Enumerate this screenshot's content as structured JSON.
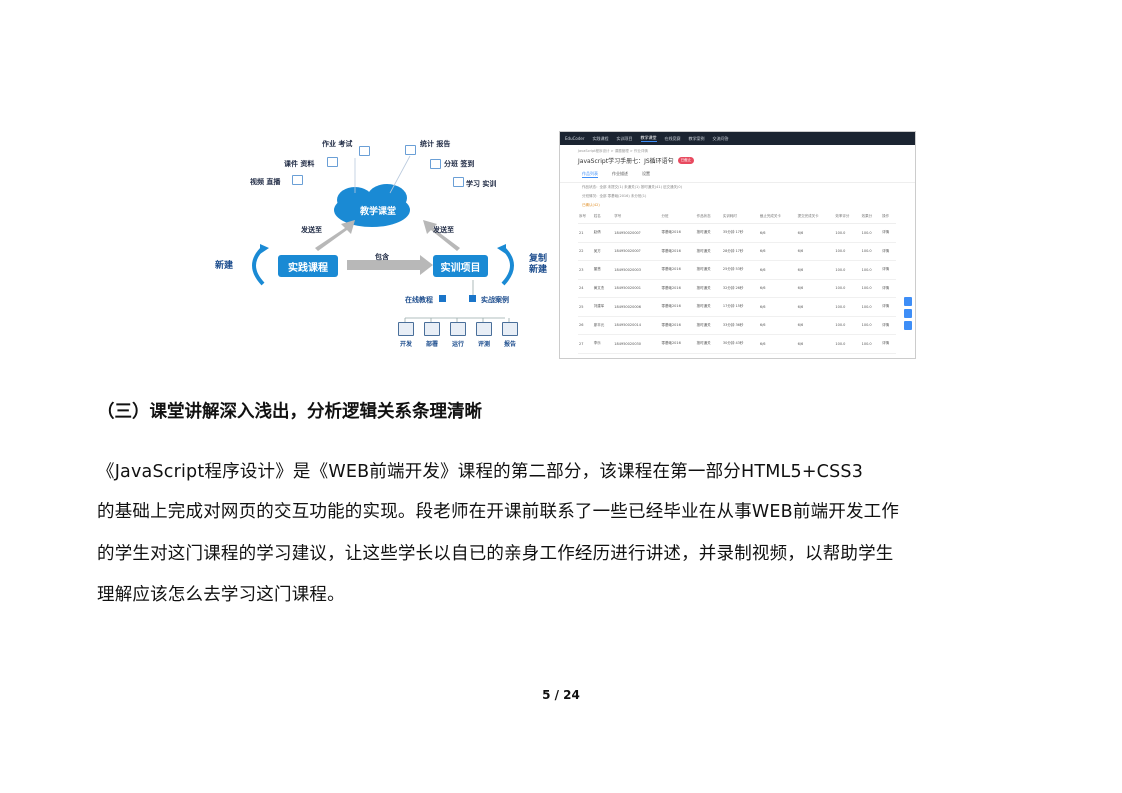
{
  "diagram": {
    "center": "教学课堂",
    "left_box": "实践课程",
    "right_box": "实训项目",
    "left_side": "新建",
    "right_side": "复制\n新建",
    "send_left": "发送至",
    "send_right": "发送至",
    "contains": "包含",
    "top_left_items": [
      "作业 考试",
      "课件 资料",
      "视频 直播"
    ],
    "top_right_items": [
      "统计 报告",
      "分班 签到",
      "学习 实训"
    ],
    "online_tutorial": "在线教程",
    "practice_case": "实战案例",
    "bottom_icons": [
      "开发",
      "部署",
      "运行",
      "评测",
      "报告"
    ]
  },
  "screenshot": {
    "nav_items": [
      "EduCoder",
      "实践课程",
      "实训项目",
      "教学课堂",
      "在线竞赛",
      "教学案例",
      "交流问答"
    ],
    "active_nav": "教学课堂",
    "breadcrumb": "JavaScript程序设计 > 课题管理 > 作业详情",
    "title": "JavaScript学习手册七：JS循环语句",
    "badge": "已截止",
    "tabs": [
      "作品列表",
      "作业描述",
      "设置"
    ],
    "filter_status": "作品状态：全部  未提交(1)  未通关(1)  按时通关(41)  迟交通关(0)",
    "filter_class": "分班情况：全部  零基础(2016)  未分班(1)",
    "result_count": "已确认(42)",
    "columns": [
      "序号",
      "姓名",
      "学号",
      "分班",
      "作品状态",
      "实训耗时",
      "截止完成关卡",
      "提交完成关卡",
      "效率评分",
      "效果分",
      "操作"
    ],
    "rows": [
      [
        "21",
        "赵倩",
        "18495002000?",
        "零基础2016",
        "按时通关",
        "35分钟 17秒",
        "6/6",
        "6/6",
        "100.0",
        "100.0",
        "详情"
      ],
      [
        "22",
        "吴方",
        "18495002000?",
        "零基础2016",
        "按时通关",
        "28分钟 17秒",
        "6/6",
        "6/6",
        "100.0",
        "100.0",
        "详情"
      ],
      [
        "23",
        "董慧",
        "184950020003",
        "零基础2016",
        "按时通关",
        "25分钟 53秒",
        "6/6",
        "6/6",
        "100.0",
        "100.0",
        "详情"
      ],
      [
        "24",
        "黄文杰",
        "184950020001",
        "零基础2016",
        "按时通关",
        "32分钟 26秒",
        "6/6",
        "6/6",
        "100.0",
        "100.0",
        "详情"
      ],
      [
        "25",
        "刘建军",
        "184950020006",
        "零基础2016",
        "按时通关",
        "17分钟 15秒",
        "6/6",
        "6/6",
        "100.0",
        "100.0",
        "详情"
      ],
      [
        "26",
        "廖丰元",
        "184950020014",
        "零基础2016",
        "按时通关",
        "33分钟 36秒",
        "6/6",
        "6/6",
        "100.0",
        "100.0",
        "详情"
      ],
      [
        "27",
        "李乐",
        "184950020030",
        "零基础2016",
        "按时通关",
        "30分钟 43秒",
        "6/6",
        "6/6",
        "100.0",
        "100.0",
        "详情"
      ]
    ]
  },
  "heading": "（三）课堂讲解深入浅出，分析逻辑关系条理清晰",
  "paragraph_lines": [
    "《JavaScript程序设计》是《WEB前端开发》课程的第二部分，该课程在第一部分HTML5+CSS3",
    "的基础上完成对网页的交互功能的实现。段老师在开课前联系了一些已经毕业在从事WEB前端开发工作",
    "的学生对这门课程的学习建议，让这些学长以自已的亲身工作经历进行讲述，并录制视频，以帮助学生",
    "理解应该怎么去学习这门课程。"
  ],
  "page_number": "5 / 24",
  "colors": {
    "accent": "#1a8ad4",
    "nav_bg": "#1b2431",
    "link": "#3e8ef7"
  }
}
